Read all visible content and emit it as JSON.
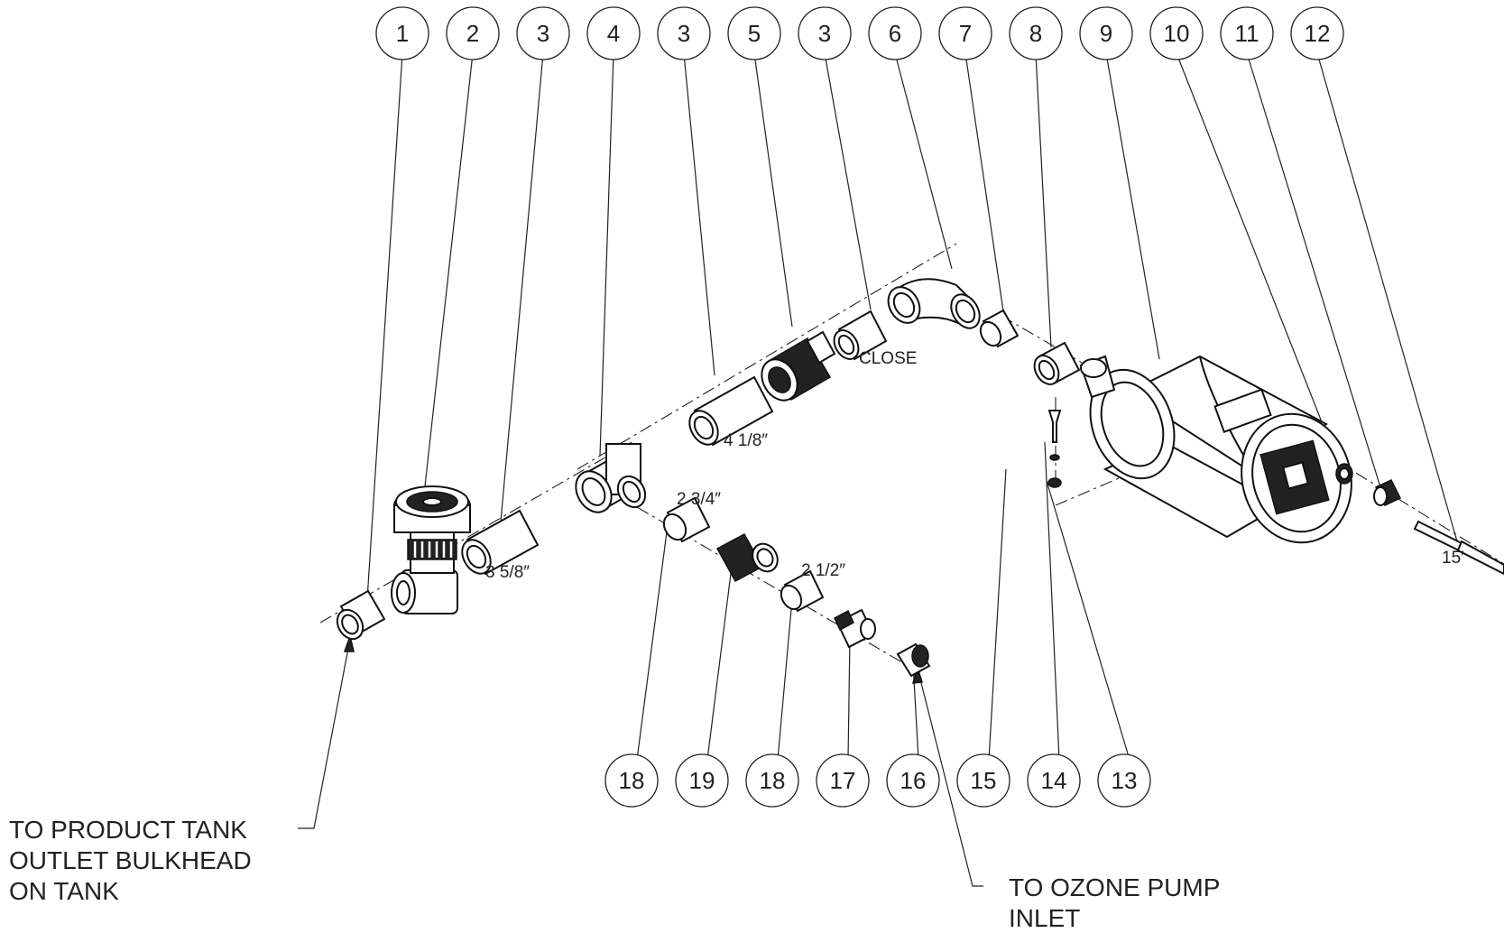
{
  "top_balloons": [
    "1",
    "2",
    "3",
    "4",
    "3",
    "5",
    "3",
    "6",
    "7",
    "8",
    "9",
    "10",
    "11",
    "12"
  ],
  "bottom_balloons": [
    "18",
    "19",
    "18",
    "17",
    "16",
    "15",
    "14",
    "13"
  ],
  "dimensions": {
    "d1": "3 5/8″",
    "d2": "4 1/8″",
    "d3": "CLOSE",
    "d4": "2 3/4″",
    "d5": "2 1/2″",
    "d6": "15′"
  },
  "notes": {
    "product_tank": [
      "TO PRODUCT TANK",
      "OUTLET BULKHEAD",
      "ON TANK"
    ],
    "ozone_pump": [
      "TO OZONE PUMP",
      "INLET"
    ]
  }
}
